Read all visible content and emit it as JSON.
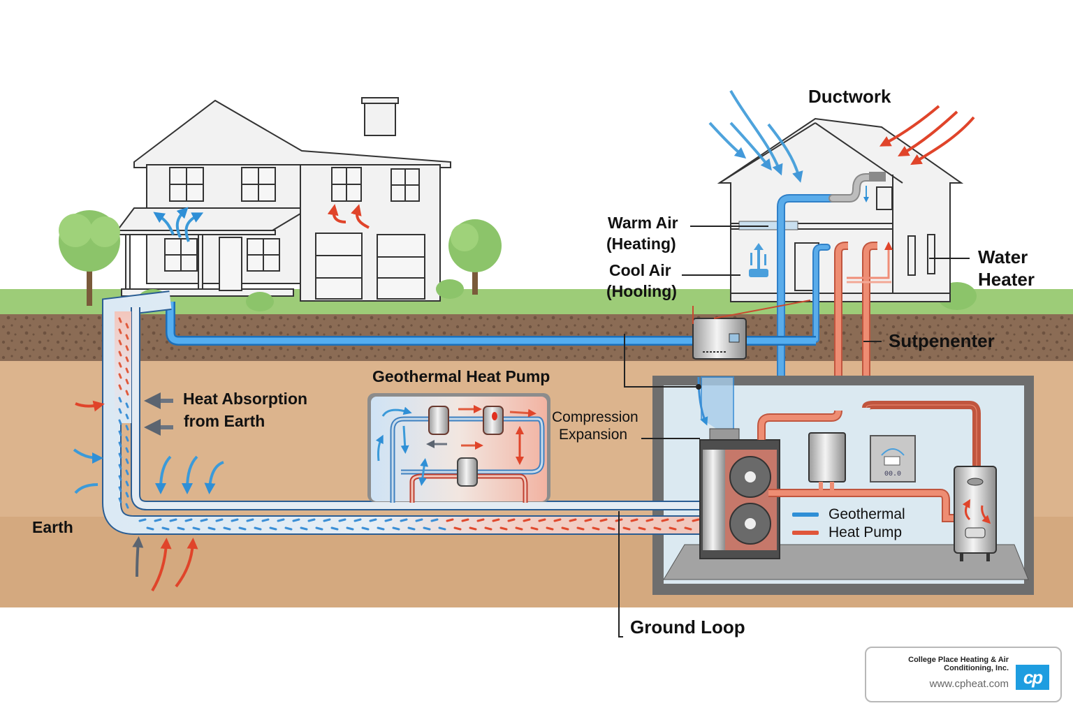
{
  "diagram": {
    "title": "Geothermal Heat Pump System",
    "labels": {
      "ductwork": "Ductwork",
      "warm_air": "Warm Air",
      "warm_air_sub": "(Heating)",
      "cool_air": "Cool Air",
      "cool_air_sub": "(Hooling)",
      "water_heater_1": "Water",
      "water_heater_2": "Heater",
      "supplementer": "Sutpenenter",
      "geothermal_heat_pump": "Geothermal Heat Pump",
      "heat_absorption_1": "Heat Absorption",
      "heat_absorption_2": "from Earth",
      "compression": "Compression",
      "expansion": "Expansion",
      "earth": "Earth",
      "ground_loop": "Ground Loop"
    },
    "legend": [
      {
        "label": "Geothermal",
        "color": "#2f8fd6"
      },
      {
        "label": "Heat Pump",
        "color": "#e0553a"
      }
    ],
    "thermostat_readout": "00.0",
    "colors": {
      "cold": "#3b9ad9",
      "hot": "#e05a3c",
      "grass": "#9dcc78",
      "topsoil": "#8a6a52",
      "earth": "#d8b088",
      "basement_wall": "#6e6e6e",
      "basement_inside": "#dceaf2"
    }
  },
  "branding": {
    "company_name_1": "College Place Heating & Air",
    "company_name_2": "Conditioning, Inc.",
    "url": "www.cpheat.com",
    "logo_text": "cp",
    "logo_color": "#1e9de0"
  }
}
